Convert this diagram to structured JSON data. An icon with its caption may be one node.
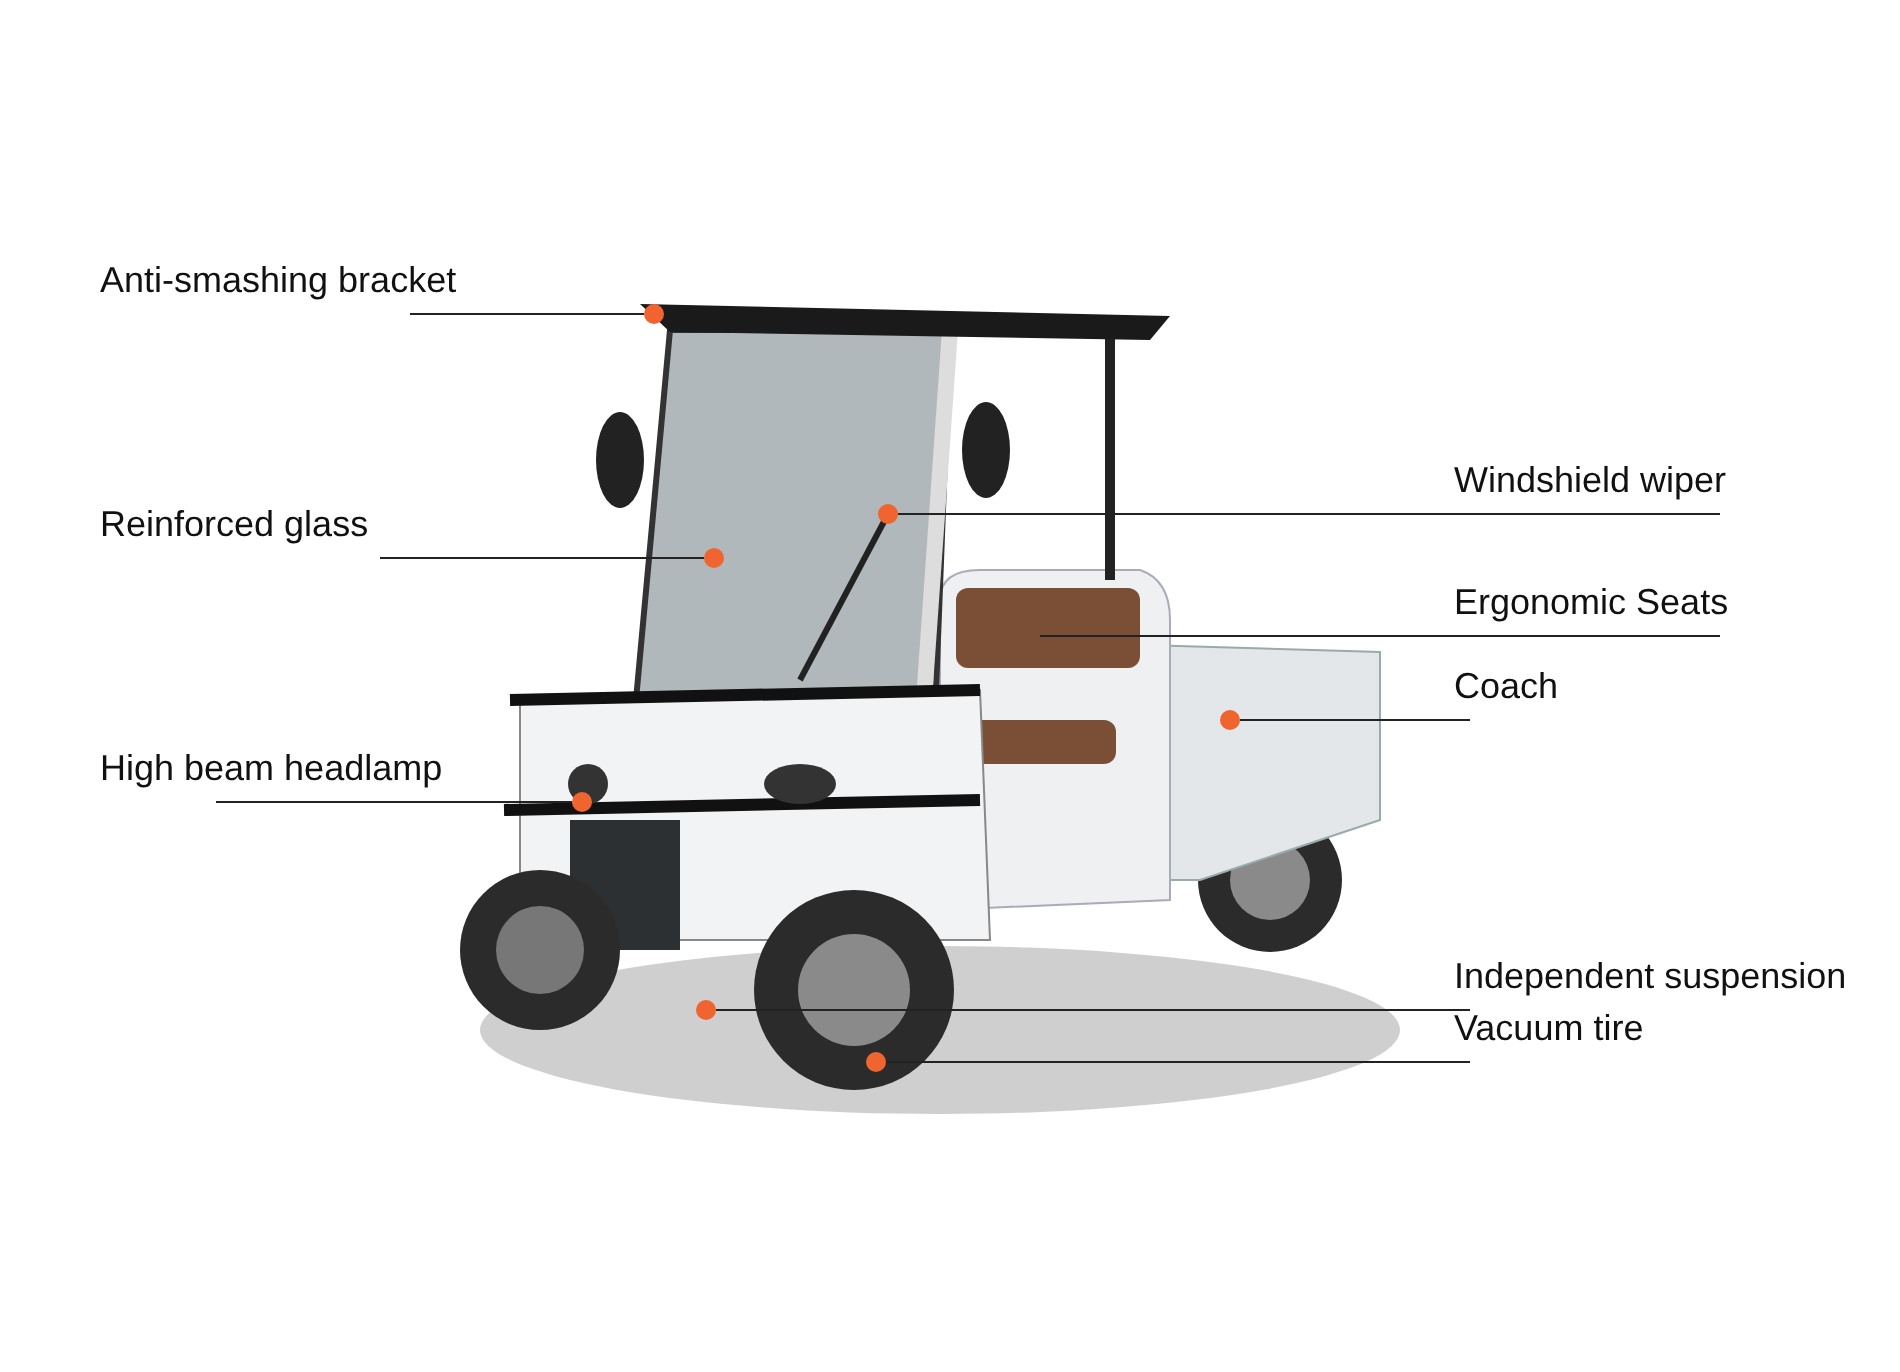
{
  "diagram": {
    "nodes": [
      {
        "text": [
          "Anti-smashing bracket"
        ]
      },
      {
        "text": [
          "Windshield wiper"
        ]
      },
      {
        "text": [
          "Reinforced glass"
        ]
      },
      {
        "text": [
          "Ergonomic Seats"
        ]
      },
      {
        "text": [
          "Coach"
        ]
      },
      {
        "text": [
          "High beam headlamp"
        ]
      },
      {
        "text": [
          "Independent suspension"
        ]
      },
      {
        "text": [
          "Vacuum tire"
        ]
      },
      {
        "text": [],
        "shape": "circle"
      },
      {
        "text": [],
        "shape": "circle"
      },
      {
        "text": [],
        "shape": "circle"
      },
      {
        "text": [],
        "shape": "circle"
      },
      {
        "text": [],
        "shape": "circle"
      },
      {
        "text": [],
        "shape": "circle"
      },
      {
        "text": [],
        "shape": "circle"
      }
    ],
    "edges": [
      {
        "from": 0,
        "to": 9,
        "arrow": "none"
      },
      {
        "from": 1,
        "to": 13,
        "arrow": "none"
      },
      {
        "from": 2,
        "to": 11,
        "arrow": "none"
      },
      {
        "from": 3,
        "to": null,
        "arrow": "none"
      },
      {
        "from": 4,
        "to": 14,
        "arrow": "none"
      },
      {
        "from": 5,
        "to": 8,
        "arrow": "none"
      },
      {
        "from": 6,
        "to": 10,
        "arrow": "none"
      },
      {
        "from": 7,
        "to": 12,
        "arrow": "none"
      }
    ]
  }
}
